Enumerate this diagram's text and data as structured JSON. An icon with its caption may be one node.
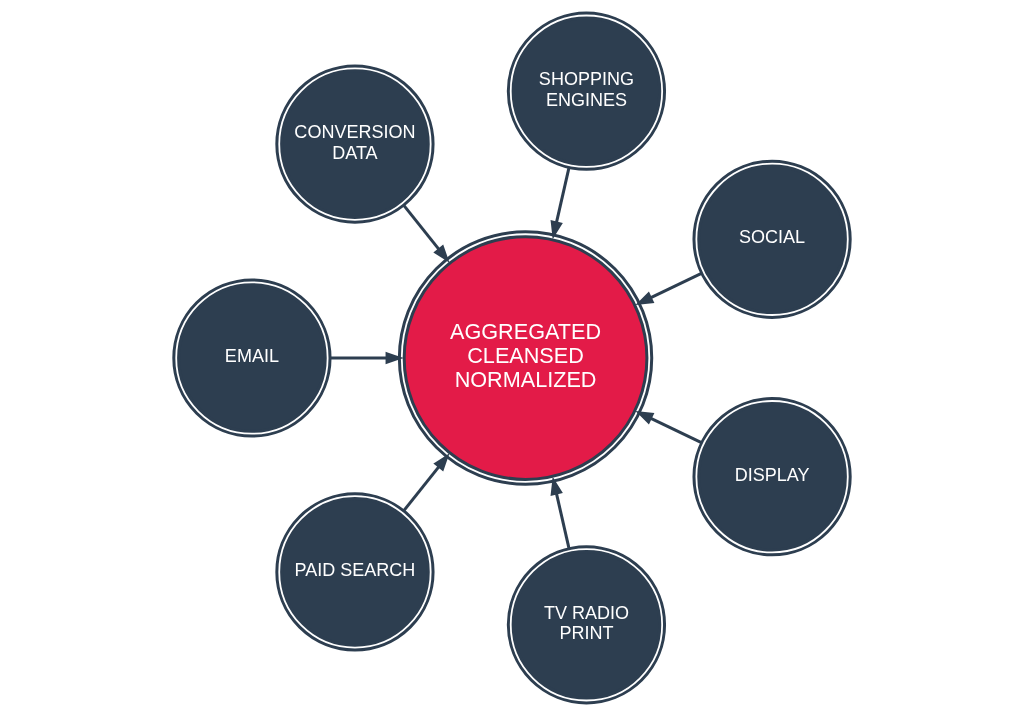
{
  "diagram": {
    "nodes": [
      {
        "text": [
          "SOCIAL"
        ]
      },
      {
        "text": [
          "SHOPPING ENGINES"
        ]
      },
      {
        "text": [
          "CONVERSION DATA"
        ]
      },
      {
        "text": [
          "EMAIL"
        ]
      },
      {
        "text": [
          "AGGREGATED CLEANSED NORMALIZED"
        ]
      },
      {
        "text": [
          "PAID SEARCH"
        ]
      },
      {
        "text": [
          "TV RADIO PRINT"
        ]
      },
      {
        "text": [
          "DISPLAY"
        ]
      }
    ],
    "edges": [
      {
        "from": 0,
        "to": 4,
        "arrow": "to"
      },
      {
        "from": 1,
        "to": 4,
        "arrow": "to"
      },
      {
        "from": 3,
        "to": 4,
        "arrow": "to"
      },
      {
        "from": 6,
        "to": 4,
        "arrow": "to"
      },
      {
        "from": 7,
        "to": 4,
        "arrow": "to"
      },
      {
        "from": 5,
        "to": 4,
        "arrow": "to"
      },
      {
        "from": 2,
        "to": 4,
        "arrow": "to"
      }
    ]
  }
}
